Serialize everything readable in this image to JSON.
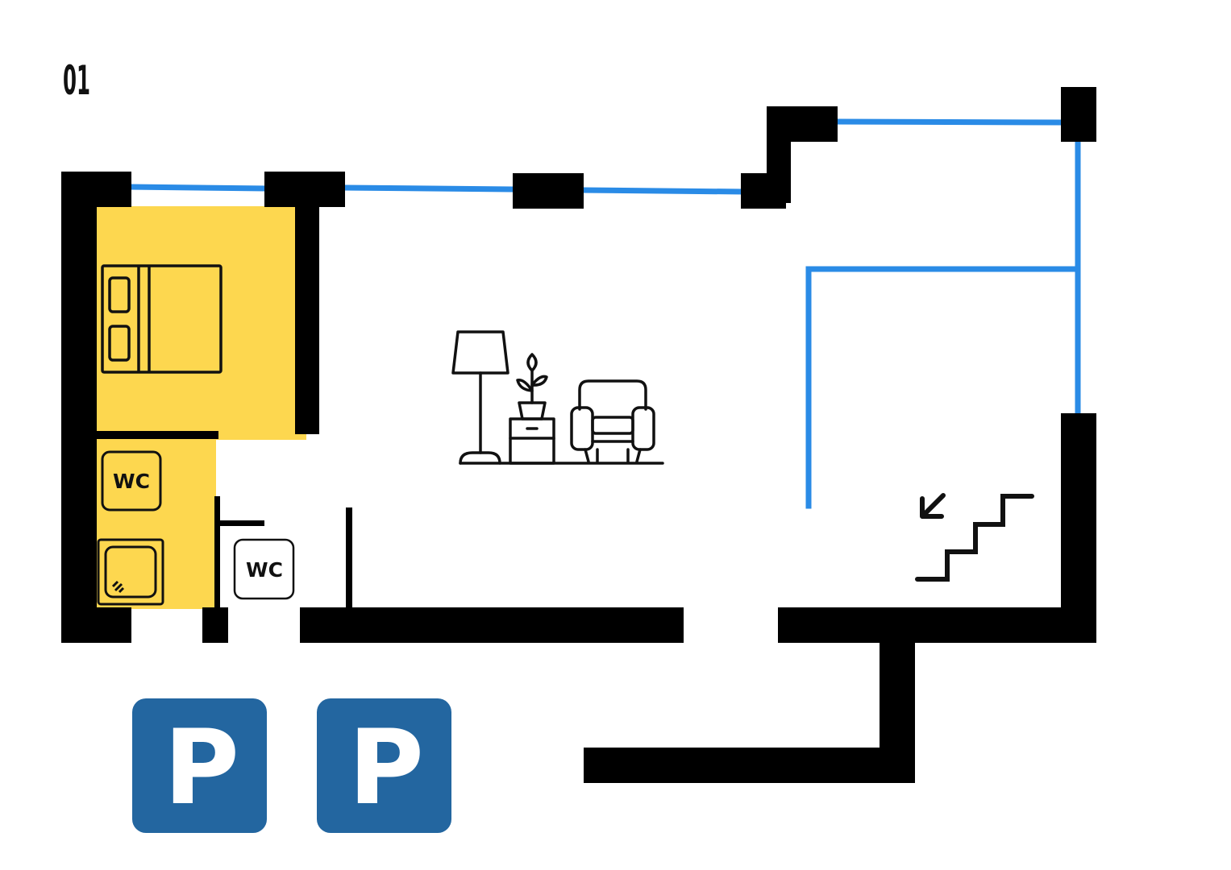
{
  "floor": {
    "label": "01"
  },
  "rooms": {
    "bedroom": {
      "name": ""
    },
    "bathroom": {
      "name": ""
    },
    "living": {
      "name": ""
    }
  },
  "symbols": {
    "wc_labels": [
      "WC",
      "WC"
    ],
    "parking_labels": [
      "P",
      "P"
    ],
    "icons": [
      "bed-icon",
      "wc-icon",
      "shower-icon",
      "floor-lamp-icon",
      "plant-icon",
      "nightstand-icon",
      "armchair-icon",
      "stairs-icon",
      "arrow-down-left-icon",
      "parking-icon"
    ]
  },
  "colors": {
    "wall": "#000000",
    "window": "#2a8be6",
    "room_highlight": "#fdd74f",
    "parking": "#2366a0",
    "parking_text": "#ffffff",
    "line_art": "#111111"
  }
}
